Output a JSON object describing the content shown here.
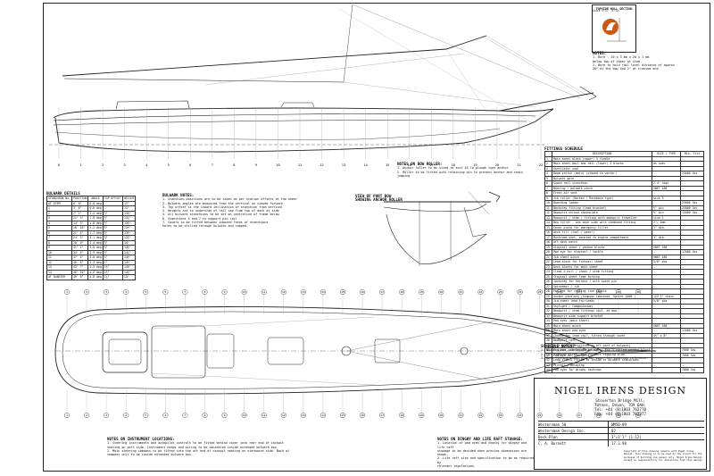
{
  "bulwark_details": {
    "title": "BULWARK DETAILS",
    "headers": [
      "STANCHION No.",
      "POSITION",
      "ANGLE",
      "TOP OFFSET",
      "HEIGHT"
    ],
    "rows": [
      [
        "AT STEM",
        "0' 0\"",
        "0.0 deg",
        "-",
        "13\""
      ],
      [
        "1",
        "3' 6\"",
        "0.0 deg",
        "-",
        "13\""
      ],
      [
        "2",
        "7' 1\"",
        "1.4 deg",
        "½\"",
        "13⅛\""
      ],
      [
        "3",
        "11' 3\"",
        "1.6 deg",
        "½\"",
        "13¼\""
      ],
      [
        "4",
        "14' 3\"",
        "1.8 deg",
        "½\"",
        "13⅜\""
      ],
      [
        "5",
        "18' 10\"",
        "2.2 deg",
        "⅝\"",
        "13½\""
      ],
      [
        "6",
        "21' 4\"",
        "1.7 deg",
        "⅝\"",
        "13⅝\""
      ],
      [
        "7",
        "24' 5\"",
        "3.1 deg",
        "¾\"",
        "13¾\""
      ],
      [
        "8",
        "28' 0\"",
        "3.4 deg",
        "¾\"",
        "14\""
      ],
      [
        "9",
        "31' 1\"",
        "3.6 deg",
        "⅞\"",
        "14⅛\""
      ],
      [
        "10",
        "34' 4\"",
        "3.9 deg",
        "⅞\"",
        "14¼\""
      ],
      [
        "11",
        "37' 4\"",
        "4.0 deg",
        "1\"",
        "14⅜\""
      ],
      [
        "12",
        "40' 6\"",
        "4.3 deg",
        "1\"",
        "14½\""
      ],
      [
        "13",
        "43' 7\"",
        "4.5 deg",
        "1⅛\"",
        "14⅝\""
      ],
      [
        "14",
        "46' 10\"",
        "4.6 deg",
        "1⅛\"",
        "14¾\""
      ],
      [
        "AT QUARTER",
        "49' 0\"",
        "4.8 deg",
        "1¼\"",
        "15\""
      ]
    ]
  },
  "bulwark_notes": {
    "title": "BULWARK NOTES:",
    "lines": [
      "1. Stanchion positions are to be taken as per station offsets at the sheer",
      "2. Bulwark angles are measured from the vertical as viewed forward",
      "3. Top offset is the inward inclination of stanchion from vertical",
      "4. Heights are to underside of rail cap from top of deck at side",
      "5. All bulwark stanchions to be set on centreline of frame below",
      "6. Stanchions 5 and 7 to support pin rail",
      "7. Covers to be fitted between inboard faces of stanchions",
      "   holes to be drilled through bulwark and capped."
    ]
  },
  "bow_roller": {
    "title": "VIEW OF PORT BOW",
    "subtitle": "SHOWING ANCHOR ROLLER",
    "notes_title": "NOTES ON BOW ROLLER:",
    "notes": [
      "1. Anchor roller to be sized to suit 45 lb plough type anchor",
      "2. Roller to be fitted with retaining pin to prevent anchor and chain jumping"
    ]
  },
  "topside_detail": {
    "title": "TOPSIDE HULL SECTION",
    "scale": "SCALE 1\"=1' (1:12)",
    "notes_title": "NOTES:",
    "notes": [
      "1. Bore - 20 x 3 mm x 20 x 1 mm",
      "   below top of sheer at stem.",
      "2. Bore to hold rail level distance of approx",
      "   20\" at the bow and 2\" at transom end"
    ]
  },
  "fittings_schedule": {
    "title": "FITTINGS SCHEDULE",
    "headers": [
      "",
      "DESCRIPTION",
      "SIZE / TYPE",
      "Min. Fitt"
    ],
    "rows": [
      [
        "1",
        "Main sheet block (upper) 5 fiddle",
        "-",
        "-"
      ],
      [
        "2",
        "Main sheet bail and rail (lower) 2 blocks",
        "as spec",
        "-"
      ],
      [
        "3",
        "Ventilator cowl",
        "-",
        "-"
      ],
      [
        "4",
        "Boom crutch (main) (stowed in winter)",
        "-",
        "25000 lbs"
      ],
      [
        "5",
        "Bulwark gate",
        "-",
        "-"
      ],
      [
        "6",
        "Guard rail stanchion",
        "2'4\" high",
        "-"
      ],
      [
        "7",
        "Mooring / bulwark winch",
        "VWET 180",
        "-"
      ],
      [
        "8",
        "Fresh air vent",
        "-",
        "-"
      ],
      [
        "9",
        "Jib roller (Harken / Reckmann type)",
        "size 5",
        "-"
      ],
      [
        "10",
        "Boarding ladder",
        "-",
        "25000 lbs"
      ],
      [
        "11",
        "Backstay fitting (lead bracket)",
        "⅜\" pin",
        "25000 lbs"
      ],
      [
        "12",
        "Bowsprit shroud chainplate",
        "⅜\" pin",
        "15000 lbs"
      ],
      [
        "13",
        "Bowsprit / stem / fitting with bowsprit traveller",
        "size 1",
        "-"
      ],
      [
        "14",
        "Bow roller - one each side wire stemhead fitting",
        "3\"/ 4mm",
        "-"
      ],
      [
        "15",
        "Cover plate for emergency tiller",
        "3\" dia.",
        "-"
      ],
      [
        "16",
        "Deck fill (fuel / water)",
        "-",
        "-"
      ],
      [
        "17",
        "Mushroom vent, mounted to engine compartment",
        "3\" dia.",
        "-"
      ],
      [
        "18",
        "Aft deck hatch",
        "-",
        "-"
      ],
      [
        "19",
        "Staysail sheet / yankee blocks",
        "VWET 180",
        "-"
      ],
      [
        "20",
        "Pad eye for staysail / tackle",
        "-",
        "17000 lbs"
      ],
      [
        "21",
        "Jib sheet winch",
        "VWET 180",
        "-"
      ],
      [
        "22",
        "Lead block for foresail sheet",
        "5/8\" dia",
        "-"
      ],
      [
        "23",
        "Deck blocks for main sheet",
        "-",
        "-"
      ],
      [
        "24",
        "Cleat & hull / chain / stem fitting",
        "-",
        "-"
      ],
      [
        "25",
        "Staysail sheet lead turning",
        "-",
        "-"
      ],
      [
        "26",
        "Jackstay for harness / with spare pin",
        "-",
        "-"
      ],
      [
        "27",
        "Spinnaker / jib",
        "-",
        "-"
      ],
      [
        "28",
        "Pad eye for reefing line tackle",
        "-",
        "-"
      ],
      [
        "29",
        "Anchor windlass (Simpson Lawrence 'Sprint 1000')",
        "12V ½\" chain",
        "-"
      ],
      [
        "30",
        "Jib sheet lead fairleads",
        "5/8\" dia",
        "-"
      ],
      [
        "31",
        "Skylight / Companionway",
        "-",
        "-"
      ],
      [
        "32",
        "Bowsprit / stem fittings incl. at bow",
        "-",
        "-"
      ],
      [
        "33",
        "Bowsprit side support bracket",
        "-",
        "-"
      ],
      [
        "34",
        "Pad eyes (main sheet)",
        "-",
        "-"
      ],
      [
        "35",
        "Main sheet winch",
        "VWET 180",
        "-"
      ],
      [
        "36",
        "Main sheet pad eyes",
        "-",
        "11000 lbs"
      ],
      [
        "37",
        "Chocks for lead rail, fitted through cover",
        "4½\" x 8\"",
        "-"
      ],
      [
        "38",
        "Bowsprit rail",
        "-",
        "-"
      ],
      [
        "39",
        "Vent mushroom (fitted to aft part of bulwark)",
        "-",
        "-"
      ],
      [
        "40",
        "Pad eye - sheet/cat tackle",
        "-",
        "7000 lbs"
      ],
      [
        "41",
        "Pad eye for jibsheets",
        "-",
        "7000 lbs"
      ],
      [
        "42",
        "Lead cleats fitted to inside of bulwark stanchions",
        "-",
        "-"
      ],
      [
        "43",
        "Pinrail / belaying",
        "-",
        "-"
      ],
      [
        "44",
        "Pad eyes for dinghy lashings",
        "-",
        "7000 lbs"
      ]
    ]
  },
  "schedule_notes": {
    "title": "SCHEDULE NOTES:",
    "lines": [
      "1. Block sizes are length of shell for 3 rolled wooden block.",
      "2. For rigging sizes, see current rigging plan.",
      "3. Deck fitting shown at plan view, for position reference."
    ]
  },
  "instrument_notes": {
    "title": "NOTES ON INSTRUMENT LOCATIONS:",
    "lines": [
      "1. Steering instruments and autopilot controls to be fitted behind cover into rear end of cockpit",
      "   seating on port side. Instrument heads and wiring to be concealed inside extended bulwark box.",
      "2. Main steering compass to be fitted into the aft end of cockpit seating on starboard side. Back of",
      "   compass unit to be inside extended bulwark box."
    ]
  },
  "dinghy_notes": {
    "title": "NOTES ON DINGHY AND LIFE RAFT STOWAGE:",
    "lines": [
      "1. Location of pad eyes and chocks for dinghy and life raft",
      "   stowage to be decided when precise dimensions are known.",
      "2. Life raft size and specification to be as required by",
      "   relevant regulations."
    ]
  },
  "title_block": {
    "firm": "NIGEL IRENS DESIGN",
    "address_lines": [
      "Stoverton Bridge Mill,",
      "Totnes, Devon, TQ9 6AH.",
      "Tel: +44 (0)1803 762770",
      "Fax: +44 (0)1803 762377"
    ],
    "rows": [
      {
        "label": "Westernman 50",
        "value": "WM50-09"
      },
      {
        "label": "Westernman Design Inc.",
        "value": "02"
      },
      {
        "label": "Deck Plan",
        "value": "1\"=1'1\" (1:12)"
      },
      {
        "label": "C. A. Burnett",
        "value": "17.3.98"
      }
    ],
    "copyright": "Copyright of this drawing remains with Nigel Irens Design. This drawing is to be used by the client for the purposes of building one vessel only. Nigel Irens Design accept no responsibility for deviations from this design."
  },
  "profile_stations": [
    "0",
    "1",
    "2",
    "3",
    "4",
    "5",
    "6",
    "7",
    "8",
    "9",
    "10",
    "11",
    "12",
    "13",
    "14",
    "15",
    "16",
    "17",
    "18",
    "19",
    "20",
    "21",
    "22"
  ],
  "plan_callouts": [
    "1",
    "2",
    "3",
    "4",
    "5",
    "6",
    "7",
    "8",
    "9",
    "10",
    "11",
    "12",
    "13",
    "14",
    "15",
    "16",
    "17",
    "18",
    "19",
    "20",
    "21",
    "22",
    "23",
    "24",
    "25",
    "26",
    "27",
    "28",
    "29",
    "30"
  ],
  "colors": {
    "ink": "#111111",
    "light": "#888888",
    "logo": "#c85a18"
  }
}
